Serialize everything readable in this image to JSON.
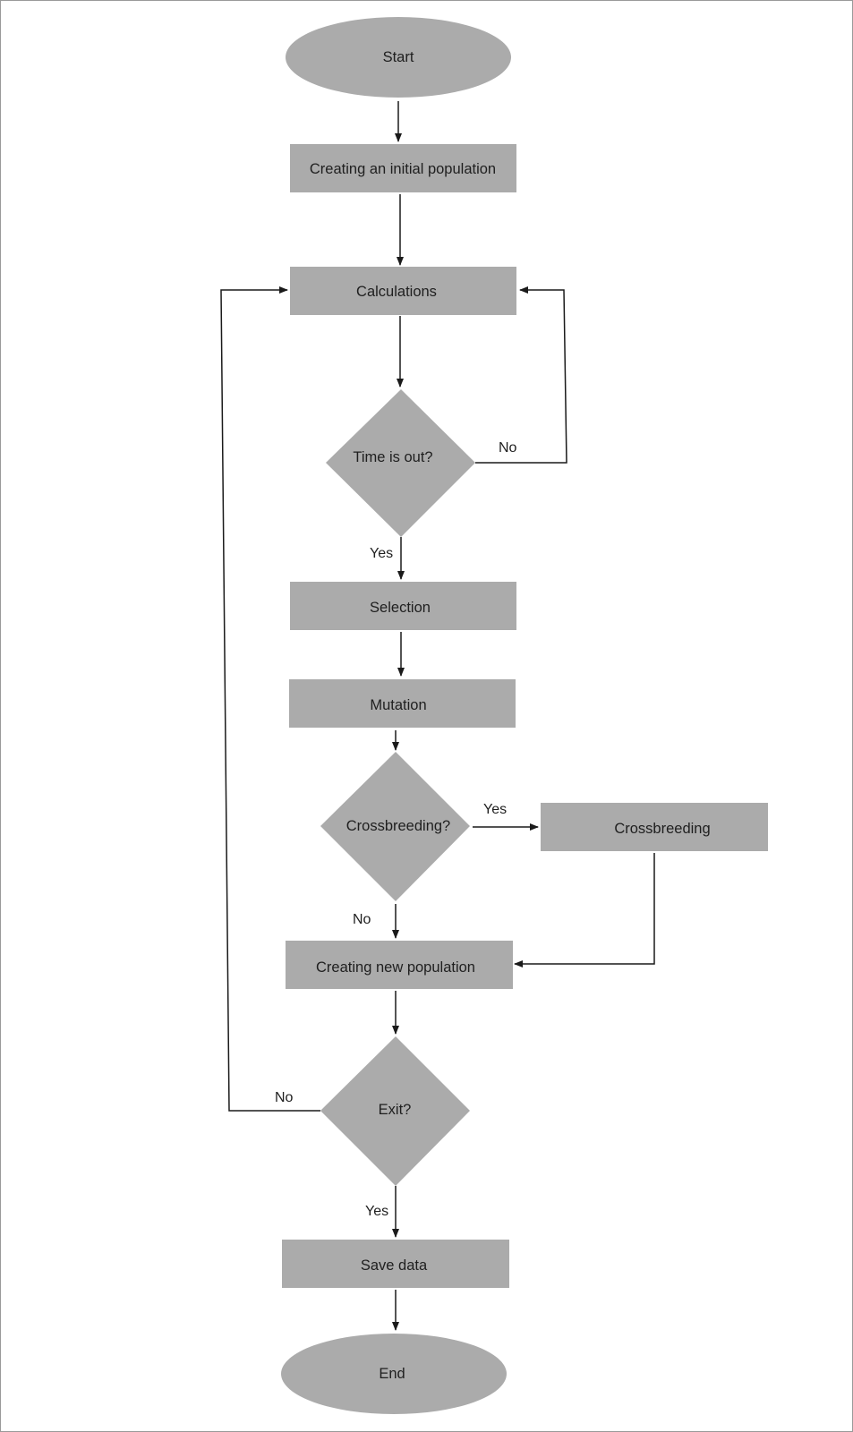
{
  "nodes": {
    "start": "Start",
    "init": "Creating an initial population",
    "calc": "Calculations",
    "time": "Time is out?",
    "selection": "Selection",
    "mutation": "Mutation",
    "cross_q": "Crossbreeding?",
    "cross": "Crossbreeding",
    "newpop": "Creating new population",
    "exit": "Exit?",
    "save": "Save data",
    "end": "End"
  },
  "edges": {
    "time_no": "No",
    "time_yes": "Yes",
    "cross_yes": "Yes",
    "cross_no": "No",
    "exit_no": "No",
    "exit_yes": "Yes"
  }
}
